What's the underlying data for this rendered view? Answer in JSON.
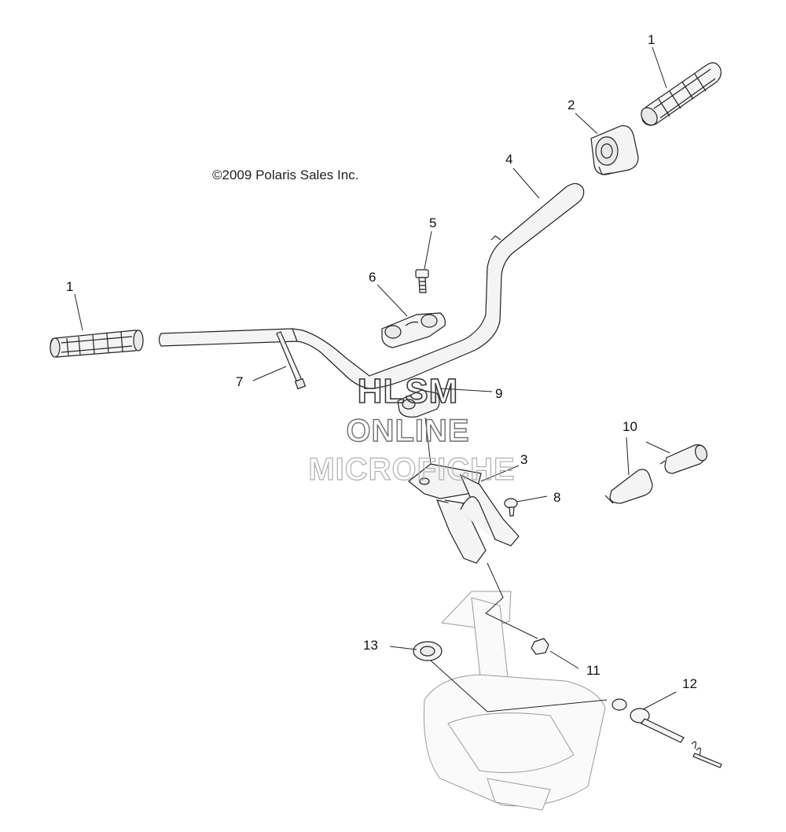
{
  "copyright": "©2009 Polaris Sales Inc.",
  "watermark": {
    "line1": "HLSM",
    "line2": "ONLINE",
    "line3": "MICROFICHE"
  },
  "callouts": {
    "c1_left": "1",
    "c1_right": "1",
    "c2": "2",
    "c3": "3",
    "c4": "4",
    "c5": "5",
    "c6": "6",
    "c7": "7",
    "c8": "8",
    "c9": "9",
    "c10": "10",
    "c11": "11",
    "c12": "12",
    "c13": "13"
  }
}
